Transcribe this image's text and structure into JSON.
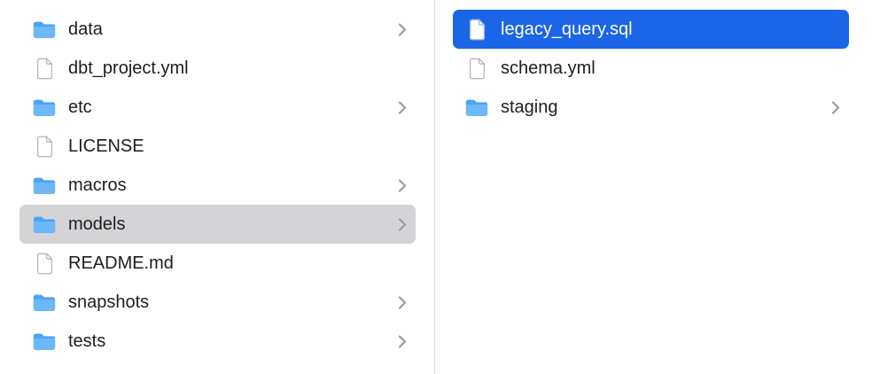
{
  "window": {
    "title": "Finder column view"
  },
  "left_column": {
    "selected_bg": "#d4d4d6",
    "selected_text": "#1d1d1f",
    "items": [
      {
        "label": "data",
        "type": "folder",
        "chevron": true,
        "selected": false
      },
      {
        "label": "dbt_project.yml",
        "type": "file",
        "chevron": false,
        "selected": false
      },
      {
        "label": "etc",
        "type": "folder",
        "chevron": true,
        "selected": false
      },
      {
        "label": "LICENSE",
        "type": "file",
        "chevron": false,
        "selected": false
      },
      {
        "label": "macros",
        "type": "folder",
        "chevron": true,
        "selected": false
      },
      {
        "label": "models",
        "type": "folder",
        "chevron": true,
        "selected": true
      },
      {
        "label": "README.md",
        "type": "file",
        "chevron": false,
        "selected": false
      },
      {
        "label": "snapshots",
        "type": "folder",
        "chevron": true,
        "selected": false
      },
      {
        "label": "tests",
        "type": "folder",
        "chevron": true,
        "selected": false
      }
    ]
  },
  "right_column": {
    "selected_bg": "#1a65e8",
    "selected_text": "#ffffff",
    "items": [
      {
        "label": "legacy_query.sql",
        "type": "file",
        "chevron": false,
        "selected": true
      },
      {
        "label": "schema.yml",
        "type": "file",
        "chevron": false,
        "selected": false
      },
      {
        "label": "staging",
        "type": "folder",
        "chevron": true,
        "selected": false
      }
    ]
  },
  "icons": {
    "folder": "folder-icon",
    "file": "document-icon",
    "chevron": "chevron-right-icon"
  },
  "colors": {
    "divider": "#d9d9dc",
    "folder_front": "#6cb8f8",
    "folder_back": "#4aa3f5",
    "chevron": "#9a9aa0"
  }
}
